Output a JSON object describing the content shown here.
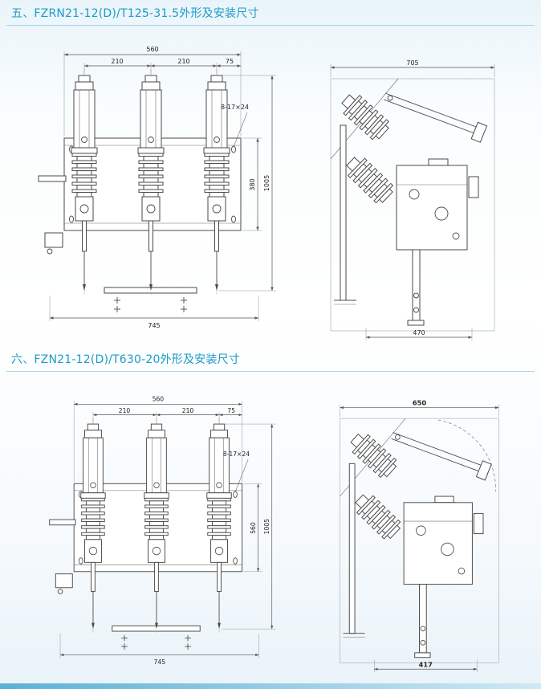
{
  "theme": {
    "accent_color": "#1a9cc8",
    "rule_color": "#a9d4e6",
    "drawing_line_color": "#4a4a4a"
  },
  "sections": [
    {
      "heading": "五、FZRN21-12(D)/T125-31.5外形及安装尺寸",
      "front": {
        "dim_total_width": "560",
        "dim_pitch_1": "210",
        "dim_pitch_2": "210",
        "dim_edge": "75",
        "dim_holes": "8-17×24",
        "dim_frame_height": "380",
        "dim_total_height": "1005",
        "dim_base_width": "745"
      },
      "side": {
        "dim_depth": "705",
        "dim_lower_depth": "470"
      }
    },
    {
      "heading": "六、FZN21-12(D)/T630-20外形及安装尺寸",
      "front": {
        "dim_total_width": "560",
        "dim_pitch_1": "210",
        "dim_pitch_2": "210",
        "dim_edge": "75",
        "dim_holes": "8-17×24",
        "dim_frame_height": "560",
        "dim_total_height": "1005",
        "dim_base_width": "745"
      },
      "side": {
        "dim_depth": "650",
        "dim_lower_depth": "417"
      }
    }
  ]
}
